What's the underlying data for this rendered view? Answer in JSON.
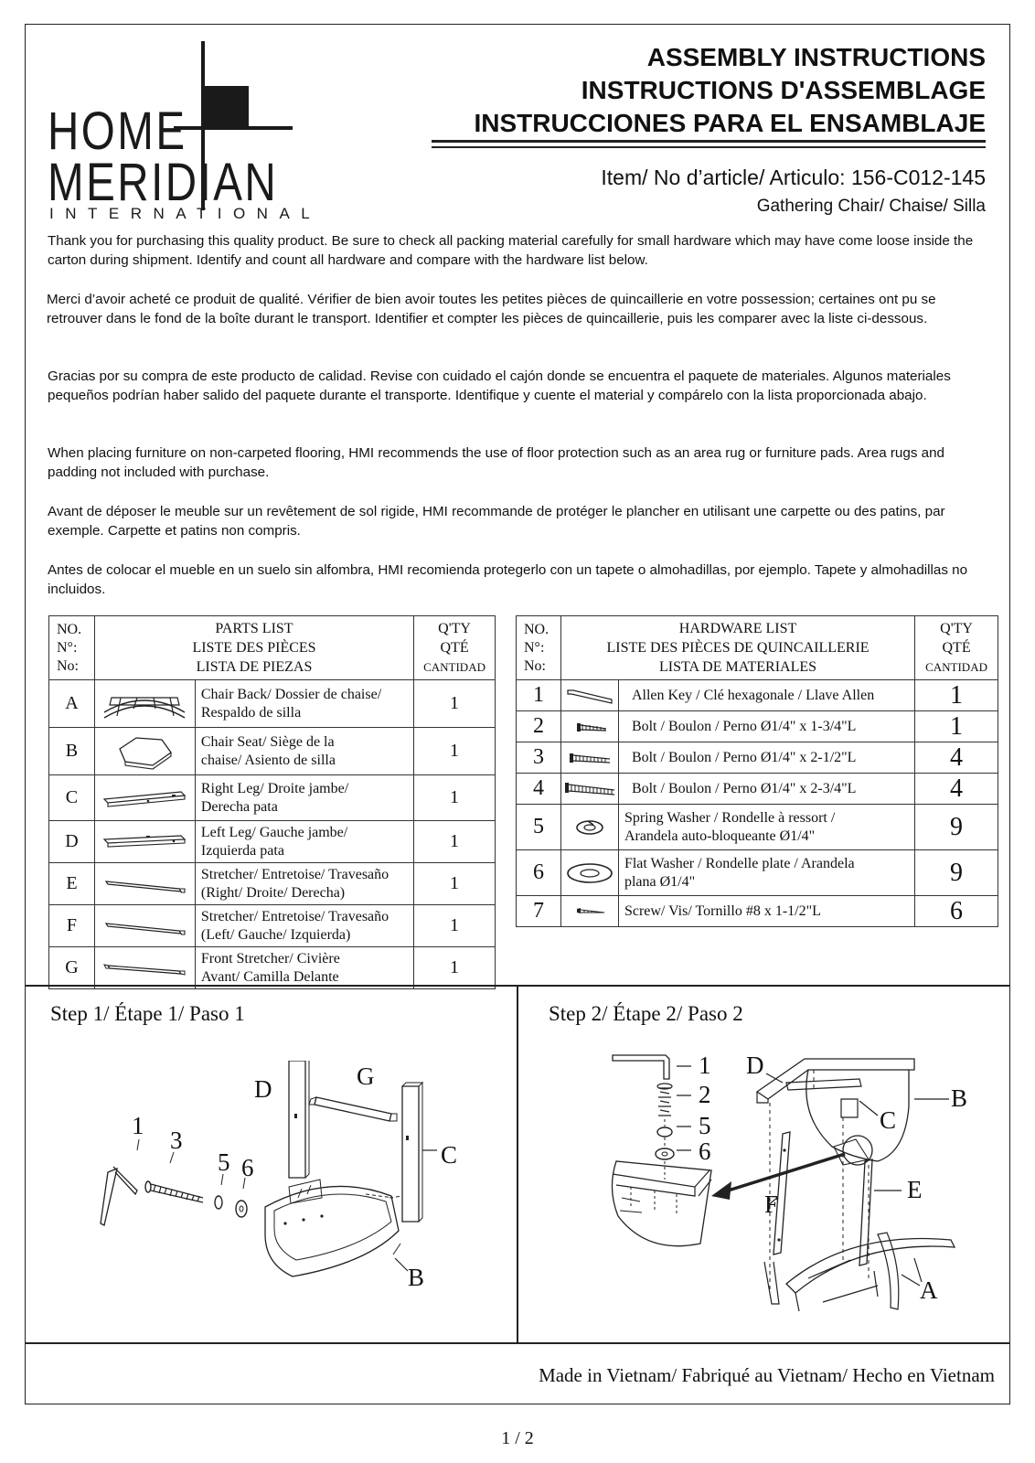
{
  "logo": {
    "line1": "HOME",
    "line2": "MERIDIAN",
    "line3": "INTERNATIONAL"
  },
  "header": {
    "title_en": "ASSEMBLY INSTRUCTIONS",
    "title_fr": "INSTRUCTIONS D'ASSEMBLAGE",
    "title_es": "INSTRUCCIONES PARA EL ENSAMBLAJE",
    "item": "Item/ No d’article/ Articulo: 156-C012-145",
    "product": "Gathering Chair/ Chaise/ Silla"
  },
  "intro": {
    "p1": "Thank you for purchasing this quality product. Be sure to check all packing material carefully for small hardware which may have come loose inside the carton during shipment. Identify and count all hardware and compare with the hardware list below.",
    "p2": "Merci d’avoir acheté ce produit de qualité. Vérifier de bien avoir toutes les petites pièces de quincaillerie en votre possession; certaines ont pu se retrouver dans le fond de la boîte durant le transport. Identifier et compter les pièces de quincaillerie, puis les comparer avec la liste ci-dessous.",
    "p3": "Gracias por su compra de este producto de calidad. Revise con cuidado el cajón donde se encuentra el paquete de materiales. Algunos materiales pequeños podrían haber salido del paquete durante el transporte. Identifique y cuente el material y compárelo con la lista proporcionada abajo.",
    "p4": "When placing furniture on non-carpeted flooring, HMI recommends the use of floor protection such as an area rug or furniture pads. Area rugs and padding not included with purchase.",
    "p5": "Avant de déposer le meuble sur un revêtement de sol rigide, HMI recommande de protéger le plancher en utilisant une carpette ou des patins, par exemple. Carpette et patins non compris.",
    "p6": "Antes de colocar el mueble en un suelo sin alfombra, HMI recomienda protegerlo con un tapete o almohadillas, por ejemplo. Tapete y almohadillas no incluidos."
  },
  "parts": {
    "no_header": [
      "NO.",
      "N°:",
      "No:"
    ],
    "title": [
      "PARTS LIST",
      "LISTE DES PIÈCES",
      "LISTA DE PIEZAS"
    ],
    "qty_header": [
      "Q'TY",
      "QTÉ",
      "CANTIDAD"
    ],
    "rows": [
      {
        "letter": "A",
        "desc": [
          "Chair Back/ Dossier de chaise/",
          "Respaldo de silla"
        ],
        "qty": "1",
        "icon": "chair-back-icon"
      },
      {
        "letter": "B",
        "desc": [
          "Chair Seat/ Siège de la",
          "chaise/ Asiento de silla"
        ],
        "qty": "1",
        "icon": "chair-seat-icon"
      },
      {
        "letter": "C",
        "desc": [
          "Right Leg/ Droite jambe/",
          "Derecha pata"
        ],
        "qty": "1",
        "icon": "right-leg-icon"
      },
      {
        "letter": "D",
        "desc": [
          "Left Leg/ Gauche jambe/",
          "Izquierda pata"
        ],
        "qty": "1",
        "icon": "left-leg-icon"
      },
      {
        "letter": "E",
        "desc": [
          "Stretcher/ Entretoise/ Travesaño",
          "(Right/ Droite/ Derecha)"
        ],
        "qty": "1",
        "icon": "stretcher-icon"
      },
      {
        "letter": "F",
        "desc": [
          "Stretcher/ Entretoise/ Travesaño",
          "(Left/ Gauche/ Izquierda)"
        ],
        "qty": "1",
        "icon": "stretcher-icon"
      },
      {
        "letter": "G",
        "desc": [
          "Front Stretcher/ Civière",
          "Avant/ Camilla Delante"
        ],
        "qty": "1",
        "icon": "front-stretcher-icon"
      }
    ]
  },
  "hardware": {
    "no_header": [
      "NO.",
      "N°:",
      "No:"
    ],
    "title": [
      "HARDWARE LIST",
      "LISTE DES PIÈCES DE QUINCAILLERIE",
      "LISTA DE MATERIALES"
    ],
    "qty_header": [
      "Q'TY",
      "QTÉ",
      "CANTIDAD"
    ],
    "rows": [
      {
        "no": "1",
        "desc": [
          "Allen Key / Clé hexagonale / Llave Allen"
        ],
        "qty": "1",
        "icon": "allen-key-icon"
      },
      {
        "no": "2",
        "desc": [
          "Bolt / Boulon / Perno Ø1/4\" x 1-3/4\"L"
        ],
        "qty": "1",
        "icon": "short-bolt-icon"
      },
      {
        "no": "3",
        "desc": [
          "Bolt / Boulon / Perno Ø1/4\" x 2-1/2\"L"
        ],
        "qty": "4",
        "icon": "medium-bolt-icon"
      },
      {
        "no": "4",
        "desc": [
          "Bolt / Boulon / Perno Ø1/4\" x 2-3/4\"L"
        ],
        "qty": "4",
        "icon": "long-bolt-icon"
      },
      {
        "no": "5",
        "desc": [
          "Spring Washer / Rondelle à ressort /",
          "Arandela auto-bloqueante Ø1/4\""
        ],
        "qty": "9",
        "icon": "spring-washer-icon"
      },
      {
        "no": "6",
        "desc": [
          "Flat Washer / Rondelle plate / Arandela",
          "plana Ø1/4\""
        ],
        "qty": "9",
        "icon": "flat-washer-icon"
      },
      {
        "no": "7",
        "desc": [
          "Screw/ Vis/ Tornillo  #8 x 1-1/2\"L"
        ],
        "qty": "6",
        "icon": "screw-icon"
      }
    ]
  },
  "steps": {
    "step1_title": "Step 1/ Étape 1/ Paso 1",
    "step2_title": "Step 2/ Étape 2/ Paso 2",
    "step1_labels": {
      "d": "D",
      "g": "G",
      "c": "C",
      "b": "B",
      "n1": "1",
      "n3": "3",
      "n5": "5",
      "n6": "6"
    },
    "step2_labels": {
      "d": "D",
      "b": "B",
      "c": "C",
      "e": "E",
      "f": "F",
      "a": "A",
      "n1": "1",
      "n2": "2",
      "n5": "5",
      "n6": "6"
    }
  },
  "footer": {
    "made_in": "Made in Vietnam/ Fabriqué au Vietnam/ Hecho en Vietnam",
    "page": "1 / 2"
  }
}
